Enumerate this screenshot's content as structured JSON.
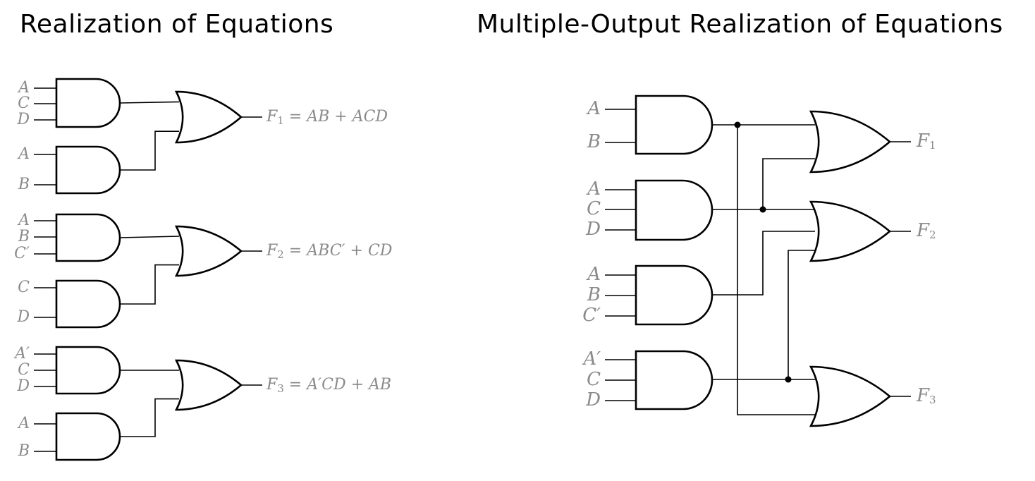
{
  "titles": {
    "left": "Realization of Equations",
    "right": "Multiple-Output Realization of Equations"
  },
  "left_circuits": [
    {
      "and_gates": [
        {
          "inputs": [
            "A",
            "C",
            "D"
          ]
        },
        {
          "inputs": [
            "A",
            "B"
          ]
        }
      ],
      "output": {
        "var": "F",
        "sub": "1",
        "expr": " = AB + ACD"
      }
    },
    {
      "and_gates": [
        {
          "inputs": [
            "A",
            "B",
            "C′"
          ]
        },
        {
          "inputs": [
            "C",
            "D"
          ]
        }
      ],
      "output": {
        "var": "F",
        "sub": "2",
        "expr": " = ABC′ + CD"
      }
    },
    {
      "and_gates": [
        {
          "inputs": [
            "A′",
            "C",
            "D"
          ]
        },
        {
          "inputs": [
            "A",
            "B"
          ]
        }
      ],
      "output": {
        "var": "F",
        "sub": "3",
        "expr": " = A′CD + AB"
      }
    }
  ],
  "right_circuit": {
    "and_gates": [
      {
        "inputs": [
          "A",
          "B"
        ]
      },
      {
        "inputs": [
          "A",
          "C",
          "D"
        ]
      },
      {
        "inputs": [
          "A",
          "B",
          "C′"
        ]
      },
      {
        "inputs": [
          "A′",
          "C",
          "D"
        ]
      }
    ],
    "outputs": [
      {
        "var": "F",
        "sub": "1"
      },
      {
        "var": "F",
        "sub": "2"
      },
      {
        "var": "F",
        "sub": "3"
      }
    ]
  },
  "colors": {
    "ink": "#000000",
    "label": "#8a8a8a"
  }
}
